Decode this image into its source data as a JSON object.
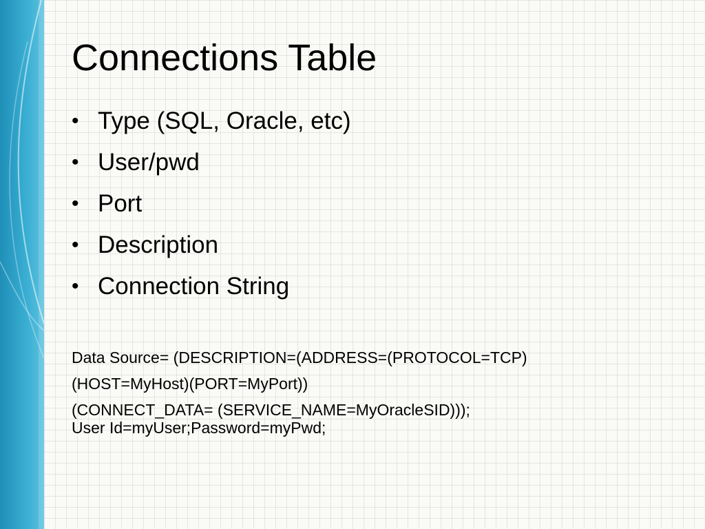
{
  "slide": {
    "title": "Connections Table",
    "bullets": [
      {
        "label": "Type (SQL, Oracle, etc)"
      },
      {
        "label": "User/pwd"
      },
      {
        "label": "Port"
      },
      {
        "label": "Description"
      },
      {
        "label": "Connection String"
      }
    ],
    "bullet_glyph": "•",
    "connection_string": {
      "lines": [
        "Data Source= (DESCRIPTION=(ADDRESS=(PROTOCOL=TCP)",
        "(HOST=MyHost)(PORT=MyPort))",
        "(CONNECT_DATA= (SERVICE_NAME=MyOracleSID)));",
        "User Id=myUser;Password=myPwd;"
      ]
    }
  },
  "theme": {
    "background": "#fafaf6",
    "grid_line": "#96a5af",
    "band_light": "#5cc2de",
    "band_dark": "#1f8fb8",
    "text": "#000000"
  }
}
